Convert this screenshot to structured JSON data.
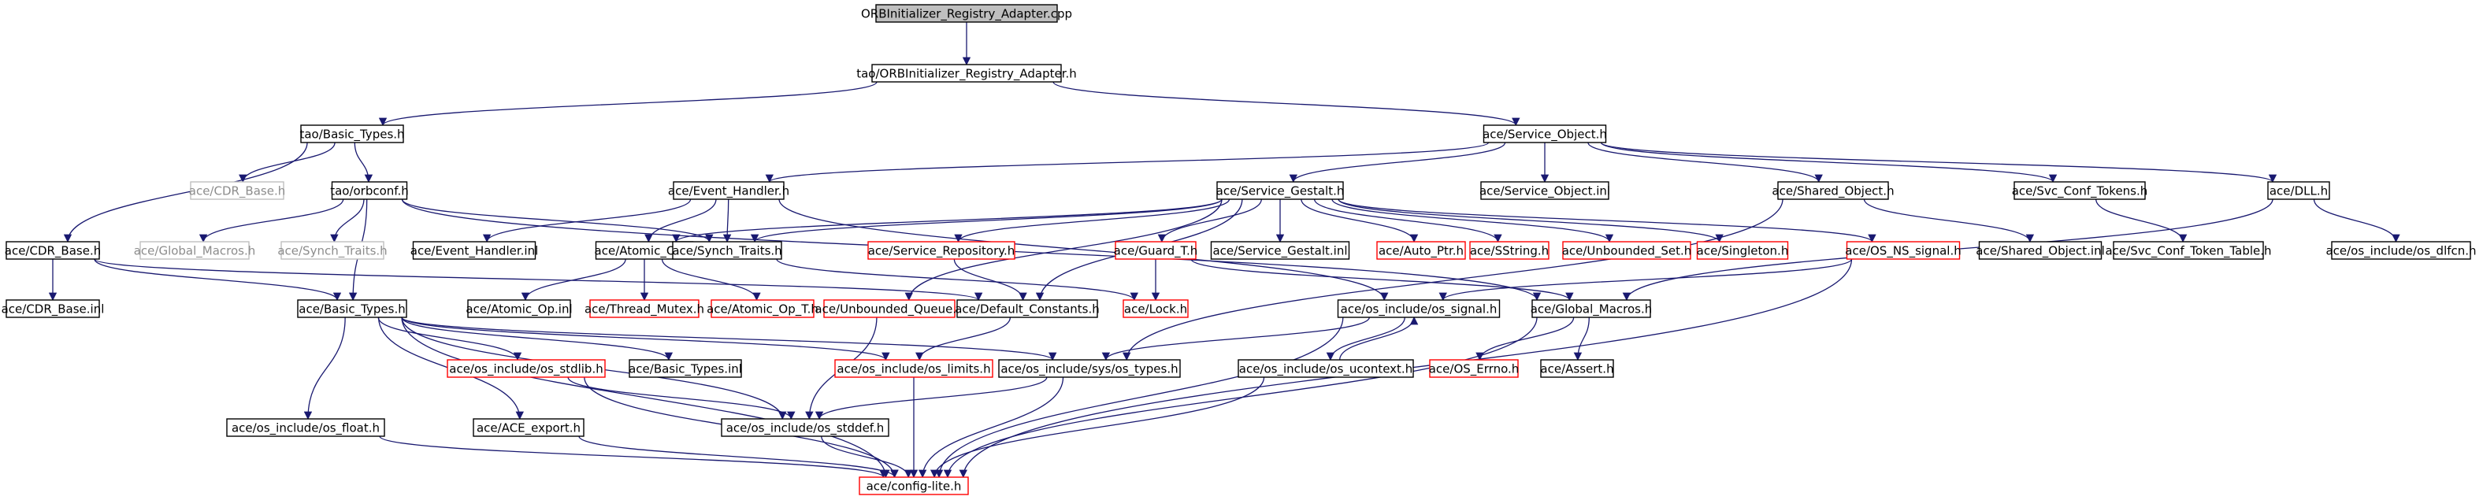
{
  "title": "ORBInitializer_Registry_Adapter.cpp",
  "colors": {
    "root_fill": "#bfbfbf",
    "normal_border": "#000000",
    "truncated_border": "#ff0000",
    "external_border": "#bfbfbf",
    "edge": "#191970",
    "external_text": "#8c8c8c"
  },
  "nodes": [
    {
      "id": "root",
      "label": "ORBInitializer_Registry_Adapter.cpp",
      "style": "root"
    },
    {
      "id": "adapter_h",
      "label": "tao/ORBInitializer_Registry_Adapter.h",
      "style": "normal"
    },
    {
      "id": "basic_types_tao",
      "label": "tao/Basic_Types.h",
      "style": "normal"
    },
    {
      "id": "service_object",
      "label": "ace/Service_Object.h",
      "style": "normal"
    },
    {
      "id": "cdr_base_tao",
      "label": "ace/CDR_Base.h",
      "style": "external"
    },
    {
      "id": "orbconf",
      "label": "tao/orbconf.h",
      "style": "normal"
    },
    {
      "id": "event_handler",
      "label": "ace/Event_Handler.h",
      "style": "normal"
    },
    {
      "id": "service_gestalt",
      "label": "ace/Service_Gestalt.h",
      "style": "normal"
    },
    {
      "id": "service_object_inl",
      "label": "ace/Service_Object.inl",
      "style": "normal"
    },
    {
      "id": "shared_object",
      "label": "ace/Shared_Object.h",
      "style": "normal"
    },
    {
      "id": "svc_conf_tokens",
      "label": "ace/Svc_Conf_Tokens.h",
      "style": "normal"
    },
    {
      "id": "dll",
      "label": "ace/DLL.h",
      "style": "normal"
    },
    {
      "id": "cdr_base",
      "label": "ace/CDR_Base.h",
      "style": "normal"
    },
    {
      "id": "global_macros_ext",
      "label": "ace/Global_Macros.h",
      "style": "external"
    },
    {
      "id": "synch_traits_ext",
      "label": "ace/Synch_Traits.h",
      "style": "external"
    },
    {
      "id": "event_handler_inl",
      "label": "ace/Event_Handler.inl",
      "style": "normal"
    },
    {
      "id": "atomic_op",
      "label": "ace/Atomic_Op.h",
      "style": "normal"
    },
    {
      "id": "synch_traits",
      "label": "ace/Synch_Traits.h",
      "style": "normal"
    },
    {
      "id": "service_repository",
      "label": "ace/Service_Repository.h",
      "style": "truncated"
    },
    {
      "id": "guard_t",
      "label": "ace/Guard_T.h",
      "style": "truncated"
    },
    {
      "id": "service_gestalt_inl",
      "label": "ace/Service_Gestalt.inl",
      "style": "normal"
    },
    {
      "id": "auto_ptr",
      "label": "ace/Auto_Ptr.h",
      "style": "truncated"
    },
    {
      "id": "sstring",
      "label": "ace/SString.h",
      "style": "truncated"
    },
    {
      "id": "unbounded_set",
      "label": "ace/Unbounded_Set.h",
      "style": "truncated"
    },
    {
      "id": "singleton",
      "label": "ace/Singleton.h",
      "style": "truncated"
    },
    {
      "id": "os_ns_signal",
      "label": "ace/OS_NS_signal.h",
      "style": "truncated"
    },
    {
      "id": "shared_object_inl",
      "label": "ace/Shared_Object.inl",
      "style": "normal"
    },
    {
      "id": "svc_conf_token_table",
      "label": "ace/Svc_Conf_Token_Table.h",
      "style": "normal"
    },
    {
      "id": "os_dlfcn",
      "label": "ace/os_include/os_dlfcn.h",
      "style": "normal"
    },
    {
      "id": "cdr_base_inl",
      "label": "ace/CDR_Base.inl",
      "style": "normal"
    },
    {
      "id": "basic_types",
      "label": "ace/Basic_Types.h",
      "style": "normal"
    },
    {
      "id": "atomic_op_inl",
      "label": "ace/Atomic_Op.inl",
      "style": "normal"
    },
    {
      "id": "thread_mutex",
      "label": "ace/Thread_Mutex.h",
      "style": "truncated"
    },
    {
      "id": "atomic_op_t",
      "label": "ace/Atomic_Op_T.h",
      "style": "truncated"
    },
    {
      "id": "unbounded_queue",
      "label": "ace/Unbounded_Queue.h",
      "style": "truncated"
    },
    {
      "id": "default_constants",
      "label": "ace/Default_Constants.h",
      "style": "normal"
    },
    {
      "id": "lock",
      "label": "ace/Lock.h",
      "style": "truncated"
    },
    {
      "id": "os_signal",
      "label": "ace/os_include/os_signal.h",
      "style": "normal"
    },
    {
      "id": "global_macros",
      "label": "ace/Global_Macros.h",
      "style": "normal"
    },
    {
      "id": "os_stdlib",
      "label": "ace/os_include/os_stdlib.h",
      "style": "truncated"
    },
    {
      "id": "basic_types_inl",
      "label": "ace/Basic_Types.inl",
      "style": "normal"
    },
    {
      "id": "os_limits",
      "label": "ace/os_include/os_limits.h",
      "style": "truncated"
    },
    {
      "id": "os_types",
      "label": "ace/os_include/sys/os_types.h",
      "style": "normal"
    },
    {
      "id": "os_ucontext",
      "label": "ace/os_include/os_ucontext.h",
      "style": "normal"
    },
    {
      "id": "os_errno",
      "label": "ace/OS_Errno.h",
      "style": "truncated"
    },
    {
      "id": "assert",
      "label": "ace/Assert.h",
      "style": "normal"
    },
    {
      "id": "os_float",
      "label": "ace/os_include/os_float.h",
      "style": "normal"
    },
    {
      "id": "ace_export",
      "label": "ace/ACE_export.h",
      "style": "normal"
    },
    {
      "id": "os_stddef",
      "label": "ace/os_include/os_stddef.h",
      "style": "normal"
    },
    {
      "id": "config_lite",
      "label": "ace/config-lite.h",
      "style": "truncated"
    }
  ],
  "edges": [
    [
      "root",
      "adapter_h"
    ],
    [
      "adapter_h",
      "basic_types_tao"
    ],
    [
      "adapter_h",
      "service_object"
    ],
    [
      "basic_types_tao",
      "cdr_base_tao"
    ],
    [
      "basic_types_tao",
      "orbconf"
    ],
    [
      "basic_types_tao",
      "cdr_base"
    ],
    [
      "service_object",
      "event_handler"
    ],
    [
      "service_object",
      "service_gestalt"
    ],
    [
      "service_object",
      "service_object_inl"
    ],
    [
      "service_object",
      "shared_object"
    ],
    [
      "service_object",
      "svc_conf_tokens"
    ],
    [
      "service_object",
      "dll"
    ],
    [
      "orbconf",
      "global_macros_ext"
    ],
    [
      "orbconf",
      "synch_traits_ext"
    ],
    [
      "orbconf",
      "basic_types"
    ],
    [
      "orbconf",
      "synch_traits"
    ],
    [
      "orbconf",
      "global_macros"
    ],
    [
      "event_handler",
      "event_handler_inl"
    ],
    [
      "event_handler",
      "atomic_op"
    ],
    [
      "event_handler",
      "synch_traits"
    ],
    [
      "event_handler",
      "os_signal"
    ],
    [
      "service_gestalt",
      "atomic_op"
    ],
    [
      "service_gestalt",
      "synch_traits"
    ],
    [
      "service_gestalt",
      "service_repository"
    ],
    [
      "service_gestalt",
      "guard_t"
    ],
    [
      "service_gestalt",
      "service_gestalt_inl"
    ],
    [
      "service_gestalt",
      "auto_ptr"
    ],
    [
      "service_gestalt",
      "sstring"
    ],
    [
      "service_gestalt",
      "unbounded_set"
    ],
    [
      "service_gestalt",
      "singleton"
    ],
    [
      "service_gestalt",
      "os_ns_signal"
    ],
    [
      "service_gestalt",
      "unbounded_queue"
    ],
    [
      "service_gestalt",
      "default_constants"
    ],
    [
      "shared_object",
      "shared_object_inl"
    ],
    [
      "shared_object",
      "os_types"
    ],
    [
      "svc_conf_tokens",
      "svc_conf_token_table"
    ],
    [
      "dll",
      "os_dlfcn"
    ],
    [
      "dll",
      "global_macros"
    ],
    [
      "cdr_base",
      "cdr_base_inl"
    ],
    [
      "cdr_base",
      "basic_types"
    ],
    [
      "cdr_base",
      "default_constants"
    ],
    [
      "atomic_op",
      "atomic_op_inl"
    ],
    [
      "atomic_op",
      "thread_mutex"
    ],
    [
      "atomic_op",
      "atomic_op_t"
    ],
    [
      "synch_traits",
      "lock"
    ],
    [
      "service_repository",
      "default_constants"
    ],
    [
      "guard_t",
      "lock"
    ],
    [
      "guard_t",
      "global_macros"
    ],
    [
      "os_ns_signal",
      "os_signal"
    ],
    [
      "os_ns_signal",
      "config_lite"
    ],
    [
      "unbounded_queue",
      "os_stddef"
    ],
    [
      "default_constants",
      "os_limits"
    ],
    [
      "basic_types",
      "os_stdlib"
    ],
    [
      "basic_types",
      "basic_types_inl"
    ],
    [
      "basic_types",
      "os_limits"
    ],
    [
      "basic_types",
      "os_types"
    ],
    [
      "basic_types",
      "os_float"
    ],
    [
      "basic_types",
      "ace_export"
    ],
    [
      "basic_types",
      "os_stddef"
    ],
    [
      "basic_types",
      "config_lite"
    ],
    [
      "os_signal",
      "os_types"
    ],
    [
      "os_signal",
      "os_ucontext"
    ],
    [
      "os_signal",
      "config_lite"
    ],
    [
      "os_ucontext",
      "os_signal"
    ],
    [
      "os_ucontext",
      "config_lite"
    ],
    [
      "global_macros",
      "os_errno"
    ],
    [
      "global_macros",
      "assert"
    ],
    [
      "global_macros",
      "config_lite"
    ],
    [
      "os_stdlib",
      "os_stddef"
    ],
    [
      "os_stdlib",
      "config_lite"
    ],
    [
      "os_limits",
      "config_lite"
    ],
    [
      "os_types",
      "os_stddef"
    ],
    [
      "os_types",
      "config_lite"
    ],
    [
      "os_float",
      "config_lite"
    ],
    [
      "ace_export",
      "config_lite"
    ],
    [
      "os_stddef",
      "config_lite"
    ]
  ]
}
